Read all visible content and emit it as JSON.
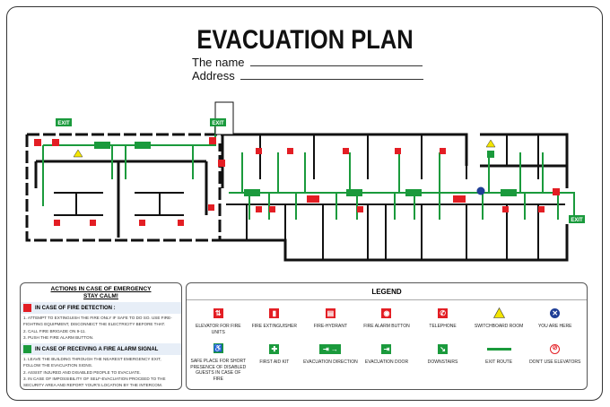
{
  "title": "EVACUATION PLAN",
  "fields": [
    {
      "label": "The name"
    },
    {
      "label": "Address"
    }
  ],
  "plan": {
    "exit_label": "EXIT"
  },
  "actions": {
    "heading_1": "ACTIONS IN CASE OF EMERGENCY",
    "heading_2": "STAY CALM!",
    "section_1": {
      "title": "IN CASE OF FIRE DETECTION :",
      "items": [
        "1. ATTEMPT TO EXTINGUISH THE FIRE ONLY IF SAFE TO DO SO. USE FIRE-FIGHTING EQUIPMENT, DISCONNECT THE ELECTRICITY BEFORE THAT.",
        "2. CALL FIRE BRIGADE ON 9-11.",
        "3. PUSH THE FIRE ALARM BUTTON."
      ]
    },
    "section_2": {
      "title": "IN CASE OF RECEIVING A FIRE ALARM SIGNAL",
      "items": [
        "1. LEAVE THE BUILDING THROUGH THE NEAREST EMERGENCY EXIT, FOLLOW THE EVACUATION SIGNS.",
        "2. ASSIST INJURED AND DISABLED PEOPLE TO EVACUATE.",
        "3. IN CASE OF IMPOSSIBILITY OF SELF-EVACUATION PROCEED TO THE SECURITY AREA AND REPORT YOUR'S LOCATION BY THE INTERCOM."
      ]
    }
  },
  "legend": {
    "title": "LEGEND",
    "items": [
      {
        "label": "ELEVATOR FOR FIRE UNITS",
        "icon": "elevator-icon"
      },
      {
        "label": "FIRE EXTINGUISHER",
        "icon": "extinguisher-icon"
      },
      {
        "label": "FIRE-HYDRANT",
        "icon": "hydrant-icon"
      },
      {
        "label": "FIRE ALARM BUTTON",
        "icon": "alarm-button-icon"
      },
      {
        "label": "TELEPHONE",
        "icon": "telephone-icon"
      },
      {
        "label": "SWITCHBOARD ROOM",
        "icon": "warning-icon"
      },
      {
        "label": "YOU ARE HERE",
        "icon": "you-are-here-icon"
      },
      {
        "label": "SAFE PLACE FOR SHORT PRESENCE OF DISABLED GUESTS IN CASE OF FIRE",
        "icon": "wheelchair-icon"
      },
      {
        "label": "FIRST AID KIT",
        "icon": "first-aid-icon"
      },
      {
        "label": "EVACUATION DIRECTION",
        "icon": "evacuation-direction-icon"
      },
      {
        "label": "EVACUATION DOOR",
        "icon": "evacuation-door-icon"
      },
      {
        "label": "DOWNSTAIRS",
        "icon": "downstairs-icon"
      },
      {
        "label": "EXIT ROUTE",
        "icon": "exit-route-icon"
      },
      {
        "label": "DON'T USE ELEVATORS",
        "icon": "no-elevator-icon"
      }
    ]
  },
  "colors": {
    "green": "#1a9a3c",
    "red": "#e31e24",
    "blue": "#1f3e96",
    "yellow": "#f3e500"
  }
}
